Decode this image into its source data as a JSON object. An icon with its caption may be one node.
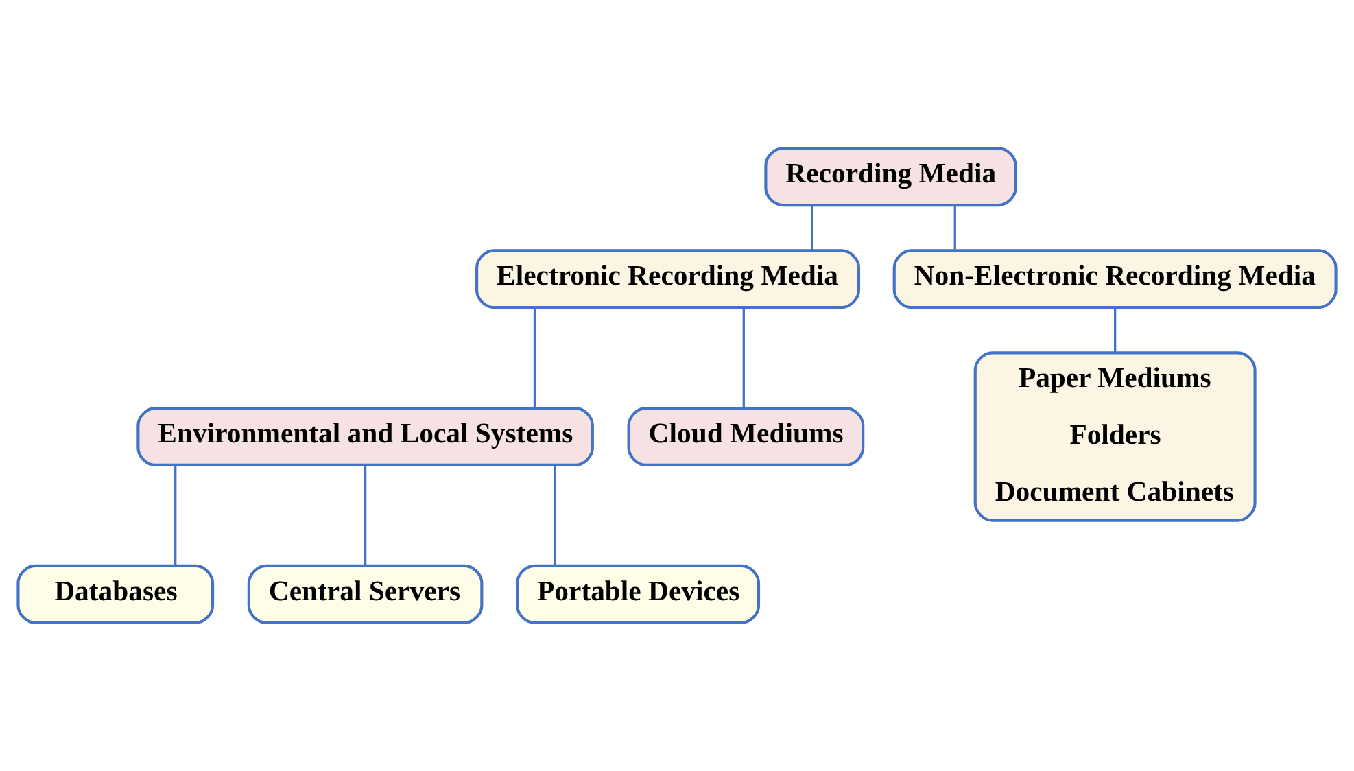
{
  "diagram": {
    "nodes": [
      {
        "text": [
          "Recording Media"
        ]
      },
      {
        "text": [
          "Electronic Recording Media"
        ]
      },
      {
        "text": [
          "Non-Electronic Recording Media"
        ]
      },
      {
        "text": [
          "Environmental and Local Systems"
        ]
      },
      {
        "text": [
          "Cloud Mediums"
        ]
      },
      {
        "text": [
          "Databases"
        ]
      },
      {
        "text": [
          "Central Servers"
        ]
      },
      {
        "text": [
          "Portable Devices"
        ]
      },
      {
        "text": [
          "Paper Mediums",
          "Folders",
          "Document Cabinets"
        ]
      }
    ],
    "edges": [
      {
        "from": 0,
        "to": 1,
        "arrow": "none"
      },
      {
        "from": 0,
        "to": 2,
        "arrow": "none"
      },
      {
        "from": 1,
        "to": 3,
        "arrow": "none"
      },
      {
        "from": 1,
        "to": 4,
        "arrow": "none"
      },
      {
        "from": 2,
        "to": 8,
        "arrow": "none"
      },
      {
        "from": 3,
        "to": 5,
        "arrow": "none"
      },
      {
        "from": 3,
        "to": 6,
        "arrow": "none"
      },
      {
        "from": 3,
        "to": 7,
        "arrow": "none"
      }
    ]
  }
}
